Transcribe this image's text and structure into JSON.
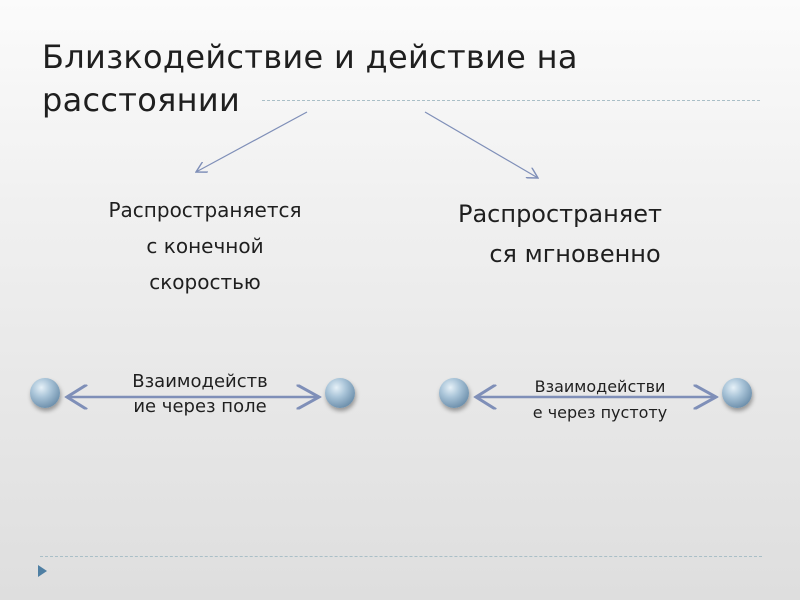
{
  "title_line1": "Близкодействие и действие на",
  "title_line2": "расстоянии",
  "left_caption": [
    "Распространяется",
    "с конечной",
    "скоростью"
  ],
  "right_caption": [
    "Распространяет",
    "ся мгновенно"
  ],
  "left_interaction": [
    "Взаимодейств",
    "ие через поле"
  ],
  "right_interaction": [
    "Взаимодействи",
    "е через пустоту"
  ],
  "colors": {
    "arrow": "#7f8fb8",
    "dashed_line": "#a9bfc7",
    "ball": "#8fb0c9",
    "nav_marker": "#4f7fa3"
  }
}
